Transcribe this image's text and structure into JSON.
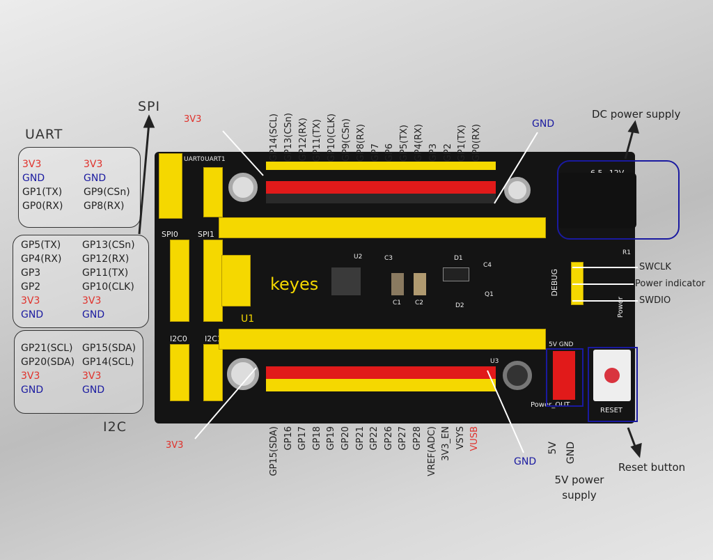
{
  "top_labels": [
    "GP14(SCL)",
    "GP13(CSn)",
    "GP12(RX)",
    "GP11(TX)",
    "GP10(CLK)",
    "GP9(CSn)",
    "GP8(RX)",
    "GP7",
    "GP6",
    "GP5(TX)",
    "GP4(RX)",
    "GP3",
    "GP2",
    "GP1(TX)",
    "GP0(RX)"
  ],
  "bottom_labels": [
    "GP15(SDA)",
    "GP16",
    "GP17",
    "GP18",
    "GP19",
    "GP20",
    "GP21",
    "GP22",
    "GP26",
    "GP27",
    "GP28",
    "VREF(ADC)",
    "3V3_EN",
    "VSYS",
    "VUSB"
  ],
  "top_3v3": "3V3",
  "top_gnd": "GND",
  "bottom_3v3": "3V3",
  "bottom_gnd": "GND",
  "uart": {
    "title": "UART",
    "left": [
      "3V3",
      "GND",
      "GP1(TX)",
      "GP0(RX)"
    ],
    "right": [
      "3V3",
      "GND",
      "GP9(CSn)",
      "GP8(RX)"
    ]
  },
  "spi": {
    "title": "SPI",
    "left": [
      "GP5(TX)",
      "GP4(RX)",
      "GP3",
      "GP2",
      "3V3",
      "GND"
    ],
    "right": [
      "GP13(CSn)",
      "GP12(RX)",
      "GP11(TX)",
      "GP10(CLK)",
      "3V3",
      "GND"
    ]
  },
  "i2c": {
    "title": "I2C",
    "left": [
      "GP21(SCL)",
      "GP20(SDA)",
      "3V3",
      "GND"
    ],
    "right": [
      "GP15(SDA)",
      "GP14(SCL)",
      "3V3",
      "GND"
    ]
  },
  "dc_power": "DC power supply",
  "debug": {
    "swclk": "SWCLK",
    "power": "Power indicator",
    "swdio": "SWDIO"
  },
  "power5v": {
    "v": "5V",
    "gnd": "GND",
    "caption": "5V power supply"
  },
  "reset": "Reset button",
  "board": {
    "brand": "keyes",
    "u1": "U1",
    "u2": "U2",
    "u3": "U3",
    "c1": "C1",
    "c2": "C2",
    "c3": "C3",
    "c4": "C4",
    "d1": "D1",
    "d2": "D2",
    "q1": "Q1",
    "r1": "R1",
    "debug": "DEBUG",
    "power": "Power",
    "reset": "RESET",
    "power_out": "Power_OUT",
    "dc_label": "6.5~12V",
    "uart0": "UART0",
    "uart1": "UART1",
    "spi0": "SPI0",
    "spi1": "SPI1",
    "i2c0": "I2C0",
    "i2c1": "I2C1",
    "v5gnd": "5V GND"
  },
  "colors": {
    "red": "#e0302a",
    "blue": "#1a1aa0",
    "yellow": "#f5d800",
    "board": "#141414"
  }
}
